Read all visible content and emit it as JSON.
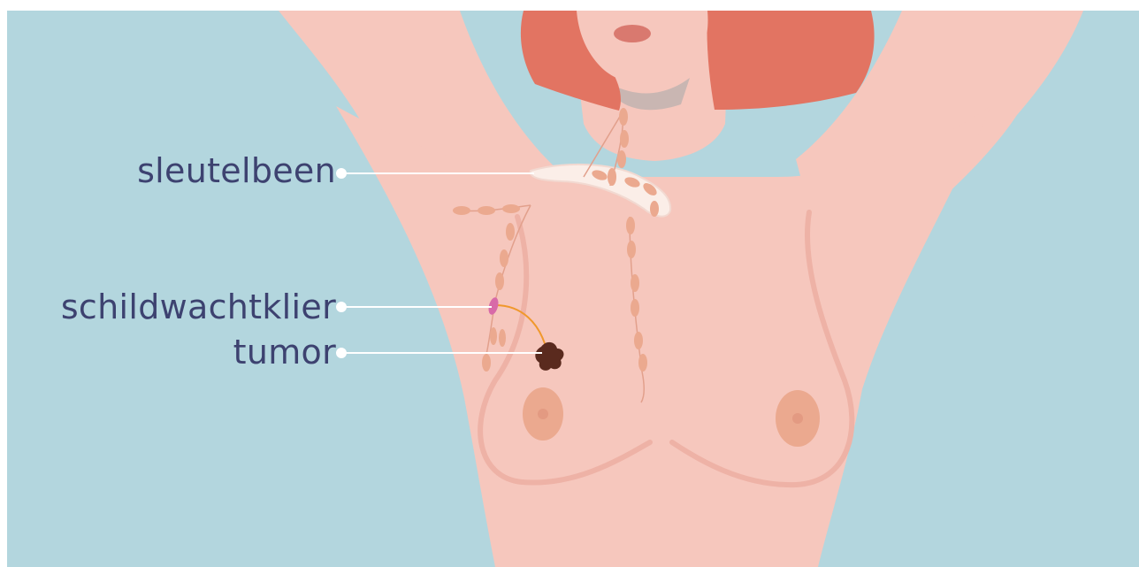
{
  "labels": {
    "clavicle": "sleutelbeen",
    "sentinel_node": "schildwachtklier",
    "tumor": "tumor"
  },
  "colors": {
    "background": "#b3d6de",
    "skin": "#f6c7bd",
    "skin_shadow": "#eeb2a6",
    "hair": "#e27462",
    "lips": "#d9796f",
    "lymph_node": "#eba98f",
    "lymph_vessel": "#e2a08c",
    "clavicle": "#fbeee8",
    "sentinel_node": "#d86aa8",
    "drain_path": "#f0982c",
    "tumor": "#5a2a1e",
    "label_text": "#3d4270",
    "leader_line": "#ffffff"
  }
}
